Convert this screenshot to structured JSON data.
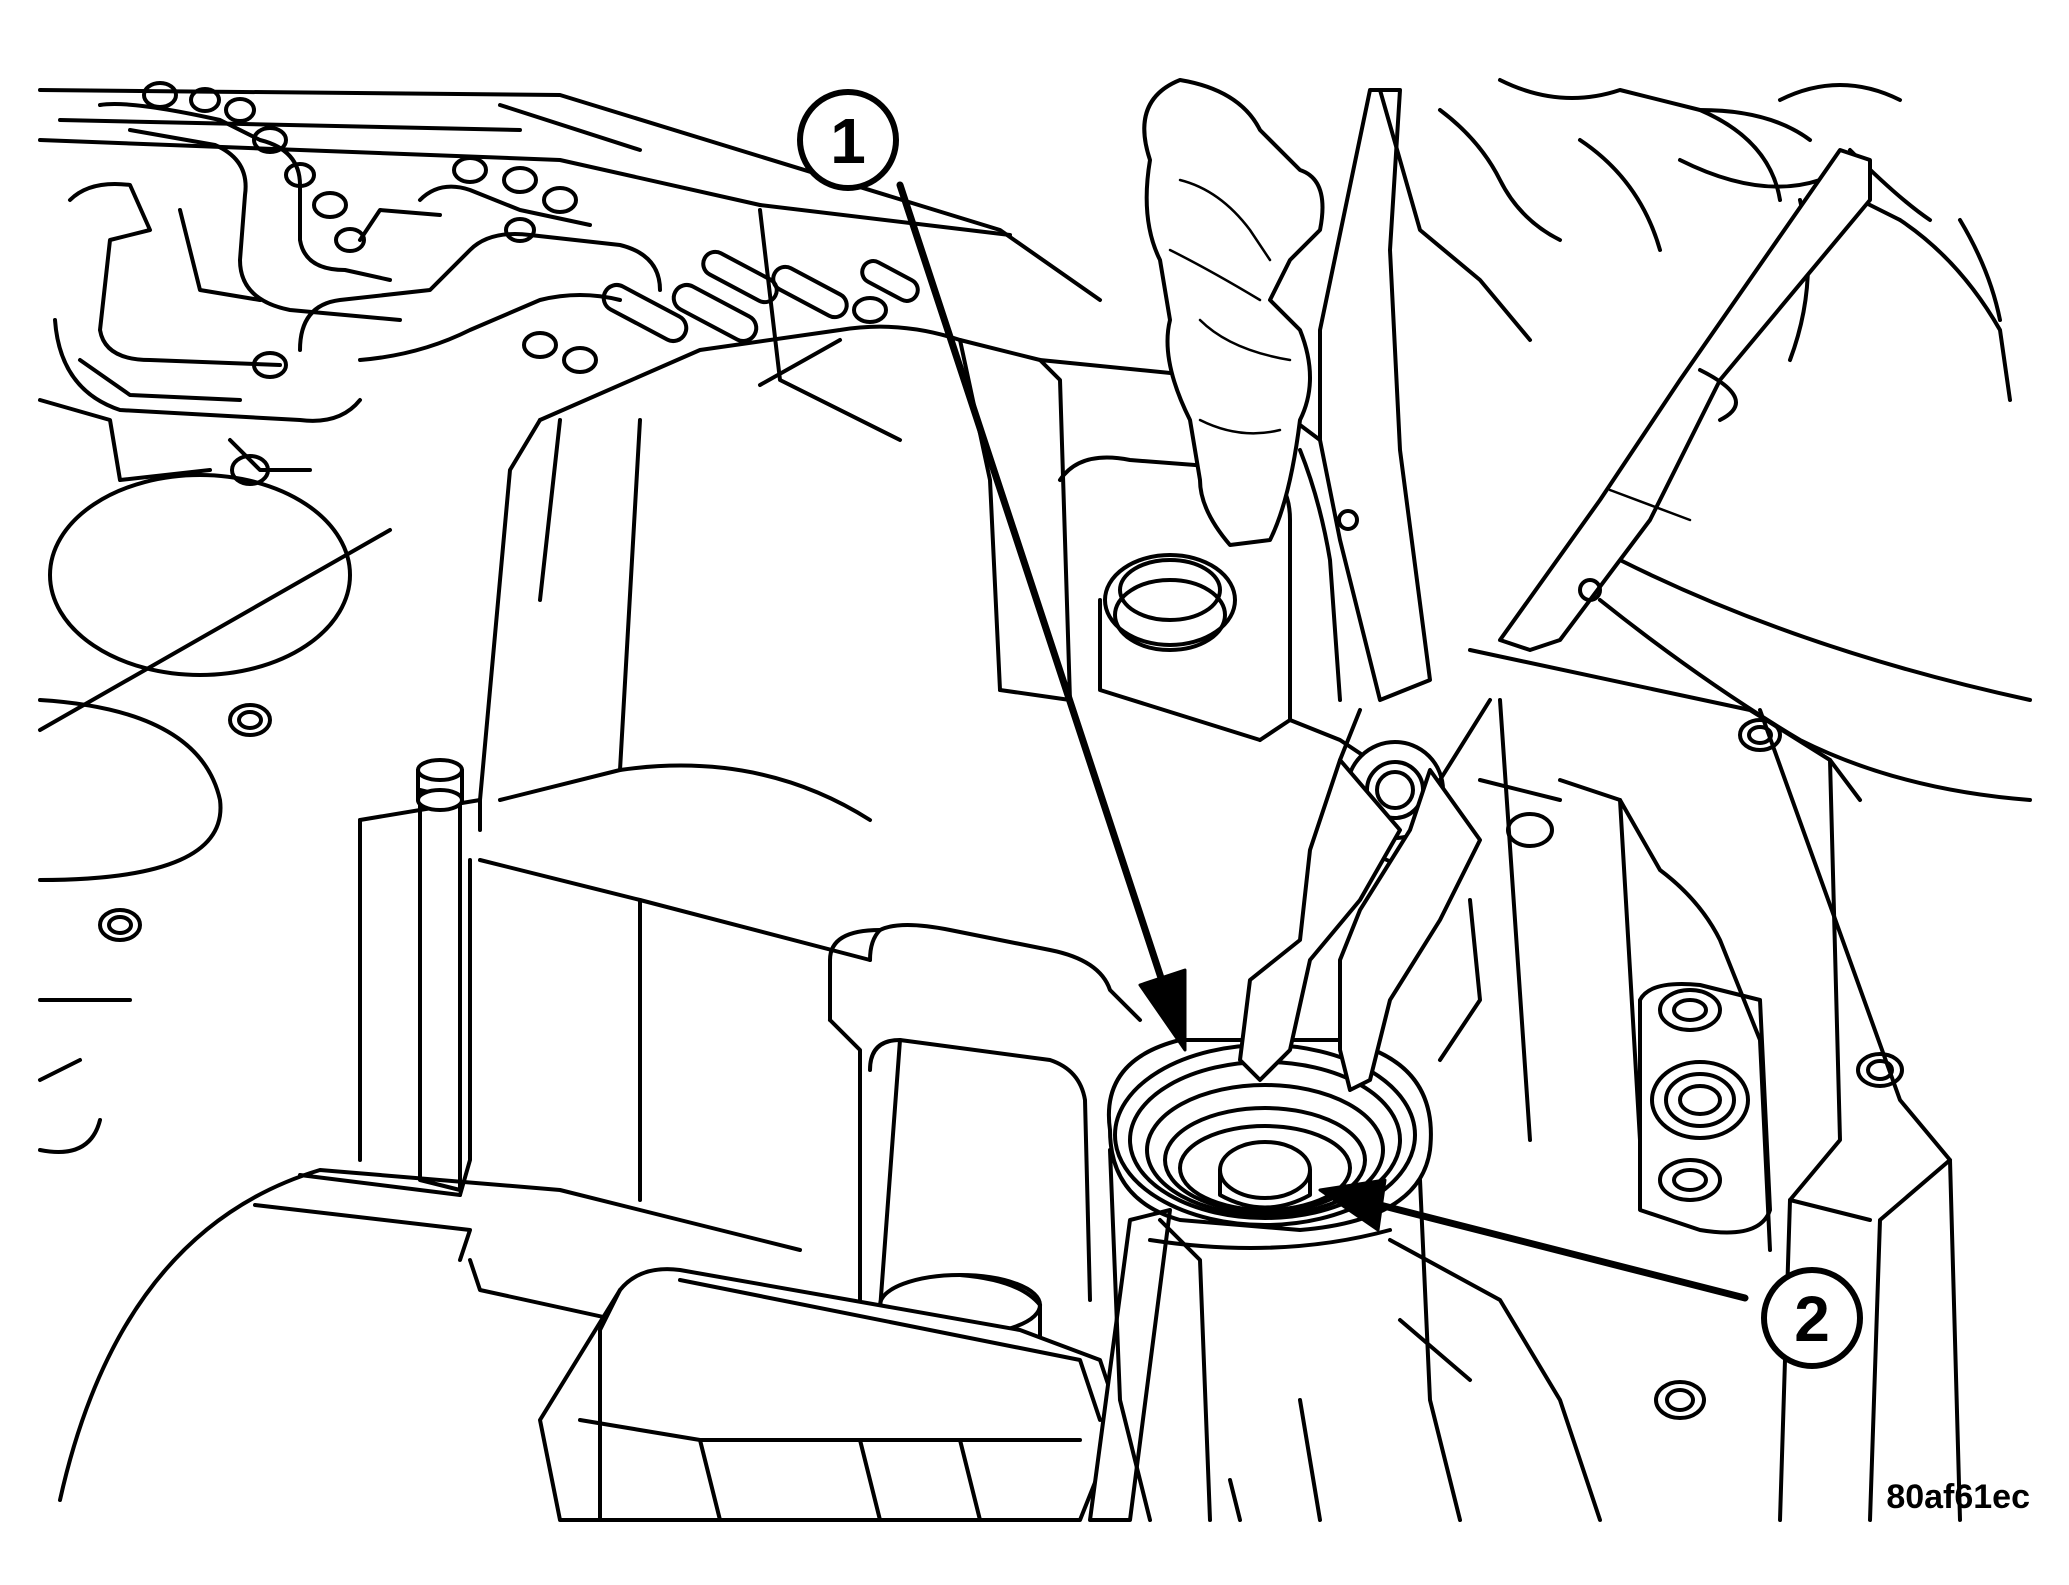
{
  "callouts": [
    {
      "number": "1"
    },
    {
      "number": "2"
    }
  ],
  "figure_code": "80af61ec"
}
